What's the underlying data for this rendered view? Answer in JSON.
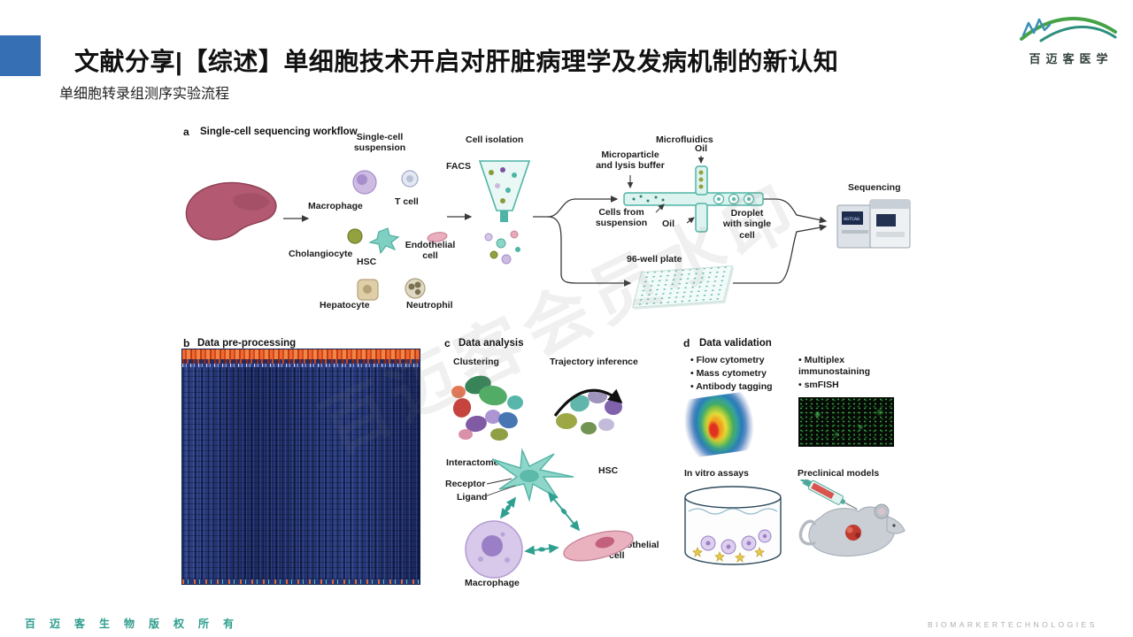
{
  "slide": {
    "title": "文献分享|【综述】单细胞技术开启对肝脏病理学及发病机制的新认知",
    "subtitle": "单细胞转录组测序实验流程",
    "watermark": "百迈客会员水印",
    "logo_text": "百迈客医学",
    "footer_left": "百迈客生物版权所有",
    "footer_right": "BIOMARKERTECHNOLOGIES"
  },
  "figure": {
    "panel_a": {
      "letter": "a",
      "title": "Single-cell sequencing workflow",
      "suspension_label": "Single-cell\nsuspension",
      "cells": [
        "Macrophage",
        "T cell",
        "Cholangiocyte",
        "HSC",
        "Endothelial\ncell",
        "Hepatocyte",
        "Neutrophil"
      ],
      "cell_isolation": "Cell isolation",
      "facs": "FACS",
      "microfluidics": "Microfluidics",
      "microparticle": "Microparticle\nand lysis buffer",
      "oil_top": "Oil",
      "cells_from_suspension": "Cells from\nsuspension",
      "droplet": "Droplet\nwith single\ncell",
      "oil_bottom": "Oil",
      "well_plate": "96-well plate",
      "sequencing": "Sequencing",
      "sequencer_screen": "AGTCAG"
    },
    "panel_b": {
      "letter": "b",
      "title": "Data pre-processing"
    },
    "panel_c": {
      "letter": "c",
      "title": "Data analysis",
      "clustering": "Clustering",
      "trajectory": "Trajectory inference",
      "interactome": "Interactome",
      "hsc": "HSC",
      "receptor": "Receptor",
      "ligand": "Ligand",
      "macrophage": "Macrophage",
      "endothelial": "Endothelial\ncell"
    },
    "panel_d": {
      "letter": "d",
      "title": "Data validation",
      "bullets_left": [
        "Flow cytometry",
        "Mass cytometry",
        "Antibody tagging"
      ],
      "bullets_right": [
        "Multiplex\nimmunostaining",
        "smFISH"
      ],
      "in_vitro": "In vitro assays",
      "preclinical": "Preclinical models"
    }
  }
}
